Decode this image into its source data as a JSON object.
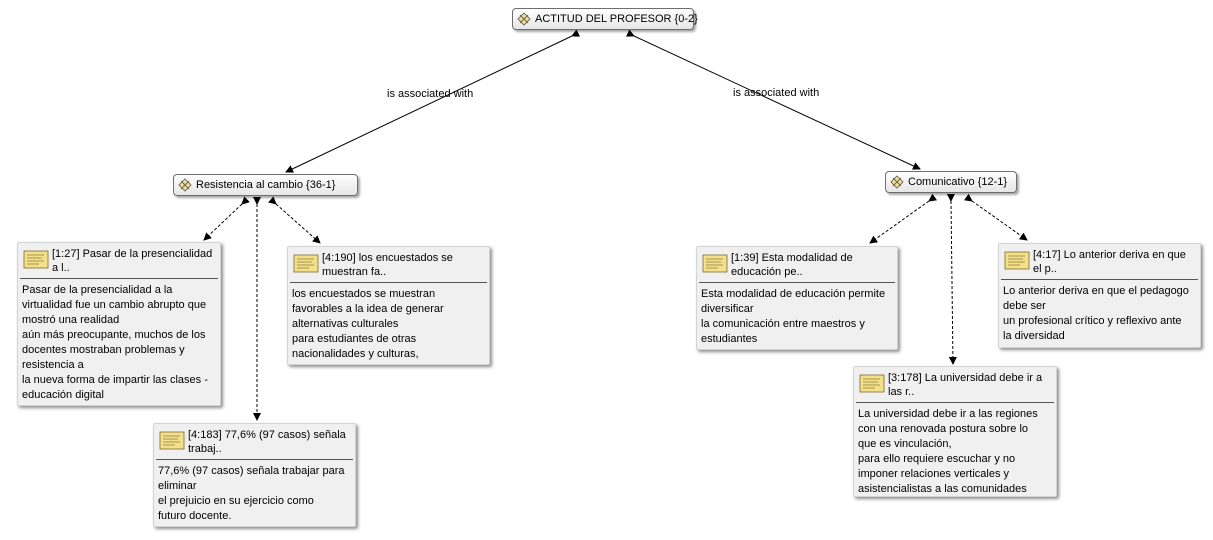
{
  "codes": {
    "root": {
      "label": "ACTITUD DEL PROFESOR {0-2}"
    },
    "resistencia": {
      "label": "Resistencia al cambio {36-1}"
    },
    "comunicativo": {
      "label": "Comunicativo {12-1}"
    }
  },
  "edge_labels": {
    "left": "is associated with",
    "right": "is associated with"
  },
  "quotes": {
    "q1_27": {
      "title": "[1:27] Pasar de la presencialidad a l..",
      "body": "Pasar de la presencialidad a la\nvirtualidad fue un cambio abrupto que\nmostró una realidad\naún más preocupante, muchos de los\ndocentes mostraban problemas y\nresistencia a\nla nueva forma de impartir las clases -\neducación digital"
    },
    "q4_190": {
      "title": "[4:190] los encuestados se muestran fa..",
      "body": "los encuestados se muestran\nfavorables a la idea de generar\nalternativas culturales\npara estudiantes de otras\nnacionalidades y culturas,"
    },
    "q4_183": {
      "title": "[4:183] 77,6% (97 casos) señala trabaj..",
      "body": "77,6% (97 casos) señala trabajar para\neliminar\nel prejuicio en su ejercicio como\nfuturo docente."
    },
    "q1_39": {
      "title": "[1:39] Esta modalidad de educación pe..",
      "body": "Esta modalidad de educación permite\ndiversificar\nla comunicación entre maestros y\nestudiantes"
    },
    "q4_17": {
      "title": "[4:17] Lo anterior deriva en que el p..",
      "body": "Lo anterior deriva en que el pedagogo\ndebe ser\nun profesional crítico y reflexivo ante\nla diversidad"
    },
    "q3_178": {
      "title": "[3:178] La universidad debe ir a las r..",
      "body": "La universidad debe ir a las regiones\ncon una renovada postura sobre lo\nque es vinculación,\npara ello requiere escuchar y no\nimponer relaciones verticales y\nasistencialistas a las comunidades"
    }
  },
  "icons": {
    "code": "code-icon",
    "quote": "quotation-icon"
  },
  "colors": {
    "edge": "#000000",
    "quote_bg": "#f0f0f0",
    "code_icon": "#f5e08a"
  }
}
